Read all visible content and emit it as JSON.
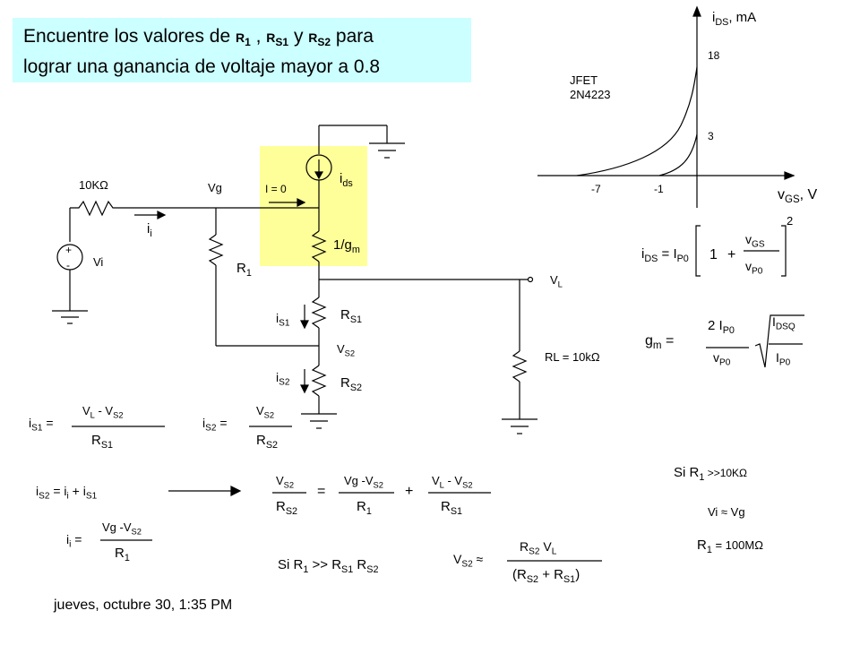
{
  "title": {
    "line1_pre": "Encuentre los valores de ",
    "r1": "R",
    "r1_sub": "1",
    "comma1": " , ",
    "rs1": "R",
    "rs1_sub": "S1",
    "y": " y ",
    "rs2": "R",
    "rs2_sub": "S2",
    "line1_post": " para",
    "line2": "lograr una ganancia de voltaje mayor a 0.8"
  },
  "colors": {
    "title_bg": "#ccffff",
    "jfet_highlight": "#ffff99",
    "line": "#000000"
  },
  "graph": {
    "y_label": "i",
    "y_label_sub": "DS",
    "y_label_unit": ", mA",
    "x_label": "v",
    "x_label_sub": "GS",
    "x_label_unit": ", V",
    "device_line1": "JFET",
    "device_line2": "2N4223",
    "y_tick_high": "18",
    "y_tick_low": "3",
    "x_tick_left": "-7",
    "x_tick_right": "-1"
  },
  "circuit": {
    "source_resistor": "10KΩ",
    "source_label": "Vi",
    "plus": "+",
    "minus": "-",
    "vg": "Vg",
    "ii": "i",
    "ii_sub": "i",
    "i_zero": "I = 0",
    "ids": "i",
    "ids_sub": "ds",
    "gm_label": "1/g",
    "gm_sub": "m",
    "r1": "R",
    "r1_sub": "1",
    "rs1": "R",
    "rs1_sub": "S1",
    "is1": "i",
    "is1_sub": "S1",
    "vs2": "V",
    "vs2_sub": "S2",
    "is2": "i",
    "is2_sub": "S2",
    "rs2": "R",
    "rs2_sub": "S2",
    "vl": "V",
    "vl_sub": "L",
    "rl": "RL = 10kΩ"
  },
  "formulas": {
    "ids_eq_lhs": "i",
    "ids_eq_lhs_sub": "DS",
    "ids_eq_mid": " = I",
    "ids_eq_mid_sub": "P0",
    "ids_one": "1",
    "ids_plus": "+",
    "ids_num": "v",
    "ids_num_sub": "GS",
    "ids_den": "v",
    "ids_den_sub": "P0",
    "ids_exp": "2",
    "gm_lhs": "g",
    "gm_lhs_sub": "m",
    "gm_eq": " =",
    "gm_num": "2 I",
    "gm_num_sub": "P0",
    "gm_den": "v",
    "gm_den_sub": "P0",
    "gm_rad_num": "I",
    "gm_rad_num_sub": "DSQ",
    "gm_rad_den": "I",
    "gm_rad_den_sub": "P0",
    "is1_lhs": "i",
    "is1_lhs_sub": "S1",
    "is1_eq": " =",
    "is1_num": "V",
    "is1_num_sub": "L",
    "is1_num_mid": "  - V",
    "is1_num_sub2": "S2",
    "is1_den": "R",
    "is1_den_sub": "S1",
    "is2_lhs": "i",
    "is2_lhs_sub": "S2",
    "is2_eq": " =",
    "is2_num": "V",
    "is2_num_sub": "S2",
    "is2_den": "R",
    "is2_den_sub": "S2",
    "kcl_a": "i",
    "kcl_a_sub": "S2",
    "kcl_b": " = i",
    "kcl_b_sub": "i",
    "kcl_c": " + i",
    "kcl_c_sub": "S1",
    "big_t1_num": "V",
    "big_t1_num_sub": "S2",
    "big_t1_den": "R",
    "big_t1_den_sub": "S2",
    "big_eq": "=",
    "big_t2_num": "Vg -V",
    "big_t2_num_sub": "S2",
    "big_t2_den": "R",
    "big_t2_den_sub": "1",
    "big_plus": "+",
    "big_t3_num": "V",
    "big_t3_num_sub": "L",
    "big_t3_num_mid": "  - V",
    "big_t3_num_sub2": "S2",
    "big_t3_den": "R",
    "big_t3_den_sub": "S1",
    "ii_lhs": "i",
    "ii_lhs_sub": "i",
    "ii_eq": " =",
    "ii_num": "Vg -V",
    "ii_num_sub": "S2",
    "ii_den": "R",
    "ii_den_sub": "1",
    "cond1_a": "Si R",
    "cond1_a_sub": "1",
    "cond1_b": " >> R",
    "cond1_b_sub": "S1",
    "cond1_c": " R",
    "cond1_c_sub": "S2",
    "vs2_lhs": "V",
    "vs2_lhs_sub": "S2",
    "vs2_approx": " ≈",
    "vs2_num": "R",
    "vs2_num_sub": "S2",
    "vs2_num_b": " V",
    "vs2_num_b_sub": "L",
    "vs2_den": "(R",
    "vs2_den_sub": "S2",
    "vs2_den_b": "  + R",
    "vs2_den_b_sub": "S1",
    "vs2_den_c": ")",
    "cond2_a": "Si R",
    "cond2_a_sub": "1",
    "cond2_b": " >>10KΩ",
    "vi_approx": "Vi ≈ Vg",
    "r1_val": "R",
    "r1_val_sub": "1",
    "r1_val_b": " = 100MΩ"
  },
  "footer": {
    "date": "jueves, octubre 30, 1:35 PM"
  }
}
